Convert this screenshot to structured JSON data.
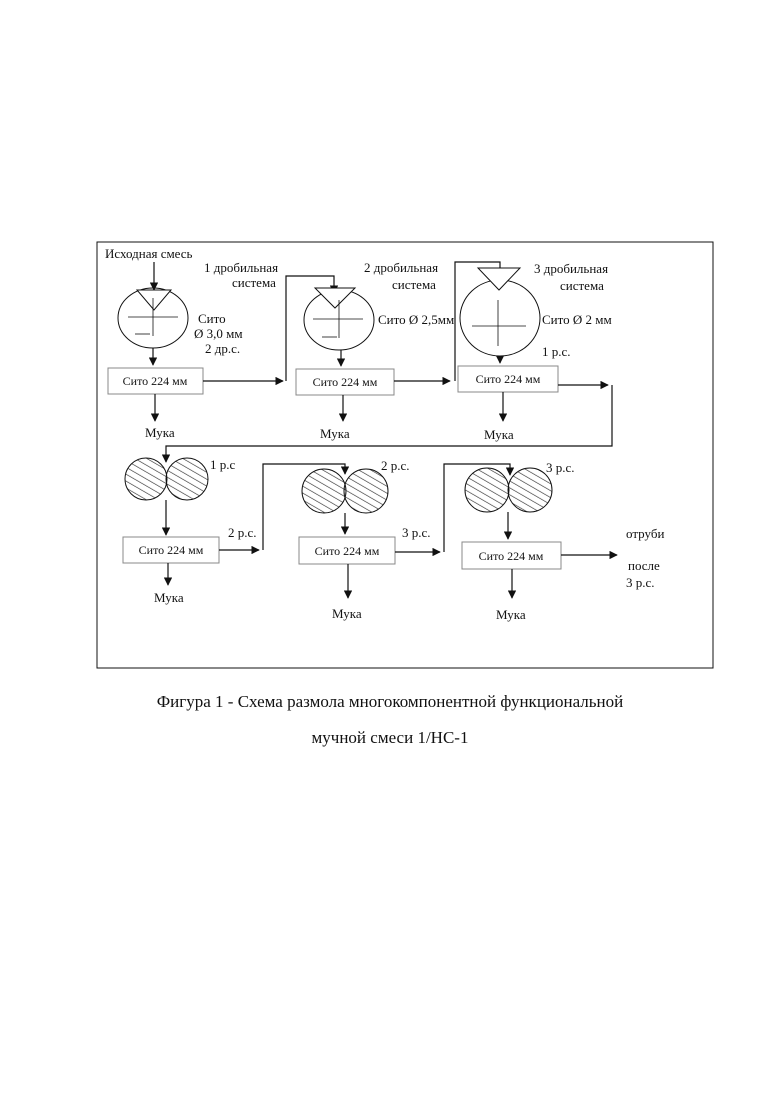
{
  "diagram": {
    "start_label": "Исходная смесь",
    "crushing_systems": [
      {
        "title_line1": "1 дробильная",
        "title_line2": "система",
        "sieve_line1": "Сито",
        "sieve_line2": "Ø 3,0 мм",
        "out_line": "2 др.с.",
        "box": "Сито 224 мм",
        "product": "Мука"
      },
      {
        "title_line1": "2 дробильная",
        "title_line2": "система",
        "sieve_line1": "Сито Ø 2,5мм",
        "box": "Сито 224 мм",
        "product": "Мука"
      },
      {
        "title_line1": "3 дробильная",
        "title_line2": "система",
        "sieve_line1": "Сито Ø 2 мм",
        "out_line": "1 р.с.",
        "box": "Сито 224 мм",
        "product": "Мука"
      }
    ],
    "grinding_systems": [
      {
        "roller_label": "1 р.с",
        "box": "Сито 224 мм",
        "out_label": "2 р.с.",
        "product": "Мука"
      },
      {
        "roller_label": "2 р.с.",
        "box": "Сито 224 мм",
        "out_label": "3 р.с.",
        "product": "Мука"
      },
      {
        "roller_label": "3 р.с.",
        "box": "Сито 224 мм",
        "product": "Мука"
      }
    ],
    "bran_line1": "отруби",
    "bran_line2": "после",
    "bran_line3": "3 р.с."
  },
  "caption": {
    "line1": "Фигура 1 - Схема размола многокомпонентной функциональной",
    "line2": "мучной смеси 1/НС-1"
  },
  "colors": {
    "line": "#111111",
    "box_border": "#888888",
    "hatch": "#333333"
  }
}
